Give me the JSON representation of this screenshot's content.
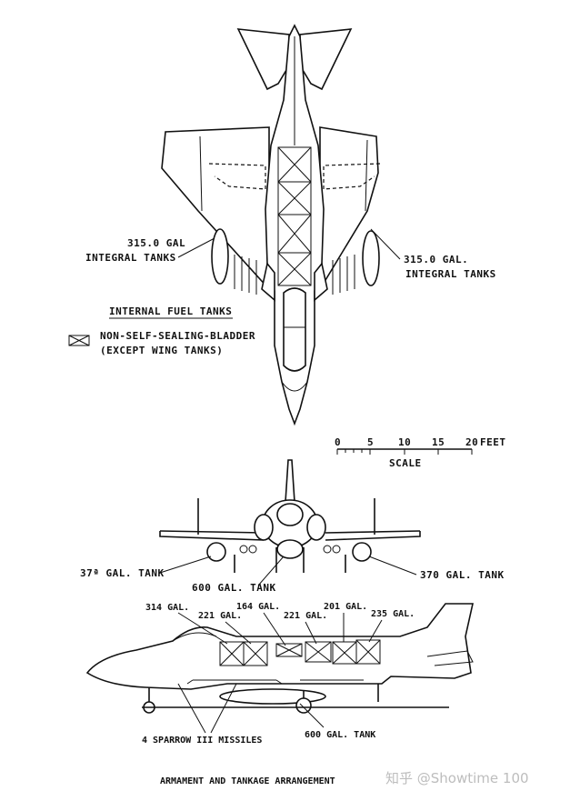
{
  "top_view": {
    "left_tank_label_1": "315.0 GAL",
    "left_tank_label_2": "INTEGRAL TANKS",
    "right_tank_label_1": "315.0 GAL.",
    "right_tank_label_2": "INTEGRAL TANKS",
    "internal_fuel_heading": "INTERNAL FUEL TANKS",
    "legend_line_1": "NON-SELF-SEALING-BLADDER",
    "legend_line_2": "(EXCEPT WING TANKS)"
  },
  "scale": {
    "ticks": [
      "0",
      "5",
      "10",
      "15",
      "20"
    ],
    "unit": "FEET",
    "label": "SCALE"
  },
  "front_view": {
    "left_tank": "37ª GAL. TANK",
    "center_tank": "600 GAL. TANK",
    "right_tank": "370 GAL. TANK"
  },
  "side_view": {
    "tank_labels": [
      "314 GAL.",
      "221 GAL.",
      "164 GAL.",
      "221 GAL.",
      "201 GAL.",
      "235 GAL."
    ],
    "missiles": "4 SPARROW III MISSILES",
    "belly_tank": "600 GAL. TANK"
  },
  "caption": "ARMAMENT AND TANKAGE ARRANGEMENT",
  "watermark": "知乎 @Showtime 100"
}
